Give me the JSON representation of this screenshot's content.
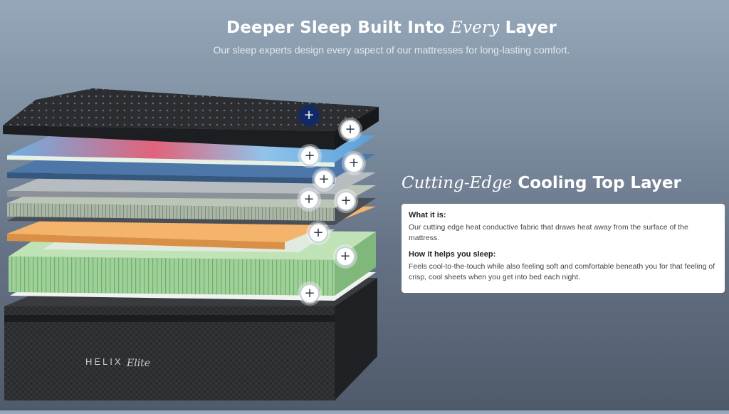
{
  "header": {
    "title_pre": "Deeper Sleep Built Into ",
    "title_em": "Every",
    "title_post": " Layer",
    "subtitle": "Our sleep experts design every aspect of our mattresses for long-lasting comfort."
  },
  "mattress": {
    "brand_name": "HELIX",
    "brand_script": "Elite",
    "hotspot_label": "+",
    "active_hotspot": 0,
    "colors": {
      "cover": "#2b2d31",
      "cooling": "#5a9ed8",
      "heat": "#e2627a",
      "foam_blue": "#4d77a8",
      "grey_foam": "#b7bcc1",
      "micro_coils": "#aab6a6",
      "orange_foam": "#f4b46c",
      "green_coils": "#9fd09a",
      "base": "#2a2b2e"
    }
  },
  "feature": {
    "title_em": "Cutting-Edge",
    "title_rest": " Cooling Top Layer",
    "cards": [
      {
        "heading": "What it is:",
        "body": "Our cutting edge heat conductive fabric that draws heat away from the surface of the mattress."
      },
      {
        "heading": "How it helps you sleep:",
        "body": "Feels cool-to-the-touch while also feeling soft and comfortable beneath you for that feeling of crisp, cool sheets when you get into bed each night."
      }
    ]
  }
}
